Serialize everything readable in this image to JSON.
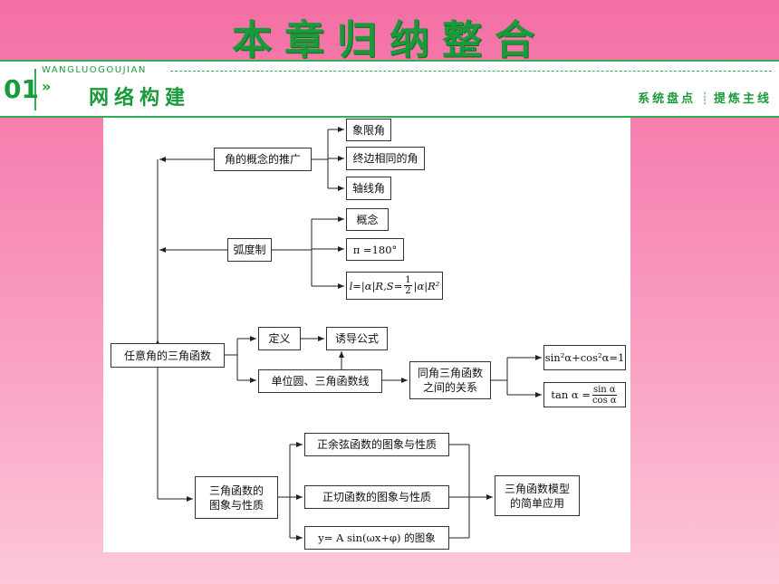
{
  "header": {
    "title": "本章归纳整合",
    "section_number": "01",
    "section_pinyin": "WANGLUOGOUJIAN",
    "section_title": "网络构建",
    "right_label_1": "系统盘点",
    "right_label_2": "提炼主线"
  },
  "diagram": {
    "root": "任意角的三角函数",
    "angle_generalization": "角的概念的推广",
    "quadrant_angle": "象限角",
    "coterminal_angle": "终边相同的角",
    "axis_angle": "轴线角",
    "radian_system": "弧度制",
    "concept": "概念",
    "pi_eq": "π =180°",
    "arc_formula": {
      "lhs": "l=|α|R,S=",
      "num": "1",
      "den": "2",
      "rhs": "|α|R²"
    },
    "definition": "定义",
    "induction_formula": "诱导公式",
    "unit_circle": "单位圆、三角函数线",
    "same_angle_relation": "同角三角函数\n之间的关系",
    "pythagorean_identity": "sin²α+cos²α=1",
    "tan_identity": {
      "lhs": "tan α =",
      "num": "sin α",
      "den": "cos α"
    },
    "graphs_properties": "三角函数的\n图象与性质",
    "sin_cos_graph": "正余弦函数的图象与性质",
    "tan_graph": "正切函数的图象与性质",
    "sinusoid_graph": "y= A sin(ωx+φ) 的图象",
    "simple_application": "三角函数模型\n的简单应用"
  }
}
